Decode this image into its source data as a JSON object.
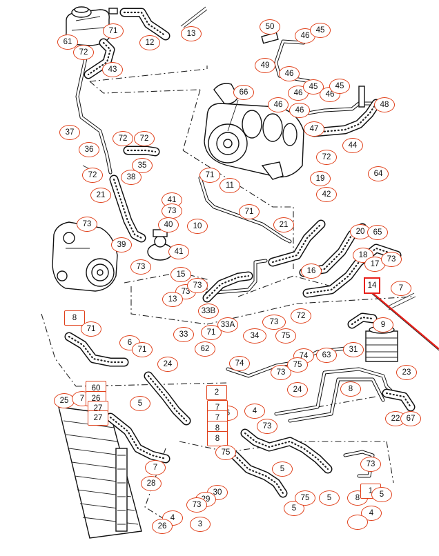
{
  "callouts": [
    {
      "id": "c61",
      "label": "61"
    },
    {
      "id": "c71a",
      "label": "71"
    },
    {
      "id": "c12",
      "label": "12"
    },
    {
      "id": "c13a",
      "label": "13"
    },
    {
      "id": "c72a",
      "label": "72"
    },
    {
      "id": "c43",
      "label": "43"
    },
    {
      "id": "c50",
      "label": "50"
    },
    {
      "id": "c46a",
      "label": "46"
    },
    {
      "id": "c45a",
      "label": "45"
    },
    {
      "id": "c49",
      "label": "49"
    },
    {
      "id": "c46b",
      "label": "46"
    },
    {
      "id": "c46c",
      "label": "46"
    },
    {
      "id": "c45b",
      "label": "45"
    },
    {
      "id": "c46d",
      "label": "46"
    },
    {
      "id": "c45c",
      "label": "45"
    },
    {
      "id": "c66",
      "label": "66"
    },
    {
      "id": "c48",
      "label": "48"
    },
    {
      "id": "c46e",
      "label": "46"
    },
    {
      "id": "c46f",
      "label": "46"
    },
    {
      "id": "c47",
      "label": "47"
    },
    {
      "id": "c44",
      "label": "44"
    },
    {
      "id": "c37",
      "label": "37"
    },
    {
      "id": "c72b",
      "label": "72"
    },
    {
      "id": "c72c",
      "label": "72"
    },
    {
      "id": "c36",
      "label": "36"
    },
    {
      "id": "c35",
      "label": "35"
    },
    {
      "id": "c72d",
      "label": "72"
    },
    {
      "id": "c72e",
      "label": "72"
    },
    {
      "id": "c71b",
      "label": "71"
    },
    {
      "id": "c11",
      "label": "11"
    },
    {
      "id": "c19",
      "label": "19"
    },
    {
      "id": "c64",
      "label": "64"
    },
    {
      "id": "c38",
      "label": "38"
    },
    {
      "id": "c21a",
      "label": "21"
    },
    {
      "id": "c42",
      "label": "42"
    },
    {
      "id": "c41a",
      "label": "41"
    },
    {
      "id": "c73a",
      "label": "73"
    },
    {
      "id": "c40",
      "label": "40"
    },
    {
      "id": "c10",
      "label": "10"
    },
    {
      "id": "c71c",
      "label": "71"
    },
    {
      "id": "c21b",
      "label": "21"
    },
    {
      "id": "c20",
      "label": "20"
    },
    {
      "id": "c65",
      "label": "65"
    },
    {
      "id": "c73b",
      "label": "73"
    },
    {
      "id": "c39",
      "label": "39"
    },
    {
      "id": "c41b",
      "label": "41"
    },
    {
      "id": "c73c",
      "label": "73"
    },
    {
      "id": "c18",
      "label": "18"
    },
    {
      "id": "c17",
      "label": "17"
    },
    {
      "id": "c73d",
      "label": "73"
    },
    {
      "id": "c16",
      "label": "16"
    },
    {
      "id": "c14",
      "label": "14"
    },
    {
      "id": "c15",
      "label": "15"
    },
    {
      "id": "c73e",
      "label": "73"
    },
    {
      "id": "c73f",
      "label": "73"
    },
    {
      "id": "c13b",
      "label": "13"
    },
    {
      "id": "c7a",
      "label": "7"
    },
    {
      "id": "c8a",
      "label": "8"
    },
    {
      "id": "c71d",
      "label": "71"
    },
    {
      "id": "c33b",
      "label": "33B"
    },
    {
      "id": "c73g",
      "label": "73"
    },
    {
      "id": "c72f",
      "label": "72"
    },
    {
      "id": "c9",
      "label": "9"
    },
    {
      "id": "c71e",
      "label": "71"
    },
    {
      "id": "c33a",
      "label": "33A"
    },
    {
      "id": "c34",
      "label": "34"
    },
    {
      "id": "c75a",
      "label": "75"
    },
    {
      "id": "c6a",
      "label": "6"
    },
    {
      "id": "c71f",
      "label": "71"
    },
    {
      "id": "c33",
      "label": "33"
    },
    {
      "id": "c62",
      "label": "62"
    },
    {
      "id": "c74a",
      "label": "74"
    },
    {
      "id": "c63",
      "label": "63"
    },
    {
      "id": "c31",
      "label": "31"
    },
    {
      "id": "c74b",
      "label": "74"
    },
    {
      "id": "c73h",
      "label": "73"
    },
    {
      "id": "c75b",
      "label": "75"
    },
    {
      "id": "c24a",
      "label": "24"
    },
    {
      "id": "c24b",
      "label": "24"
    },
    {
      "id": "c23",
      "label": "23"
    },
    {
      "id": "c8b",
      "label": "8"
    },
    {
      "id": "c60",
      "label": "60"
    },
    {
      "id": "c25",
      "label": "25"
    },
    {
      "id": "c7b",
      "label": "7"
    },
    {
      "id": "c26a",
      "label": "26"
    },
    {
      "id": "c27a",
      "label": "27"
    },
    {
      "id": "c27b",
      "label": "27"
    },
    {
      "id": "c5a",
      "label": "5"
    },
    {
      "id": "c2",
      "label": "2"
    },
    {
      "id": "c6b",
      "label": "6"
    },
    {
      "id": "c7c",
      "label": "7"
    },
    {
      "id": "c7d",
      "label": "7"
    },
    {
      "id": "c4a",
      "label": "4"
    },
    {
      "id": "c8c",
      "label": "8"
    },
    {
      "id": "c8d",
      "label": "8"
    },
    {
      "id": "c73i",
      "label": "73"
    },
    {
      "id": "c22",
      "label": "22"
    },
    {
      "id": "c67",
      "label": "67"
    },
    {
      "id": "c75c",
      "label": "75"
    },
    {
      "id": "c7e",
      "label": "7"
    },
    {
      "id": "c73j",
      "label": "73"
    },
    {
      "id": "c5b",
      "label": "5"
    },
    {
      "id": "c28",
      "label": "28"
    },
    {
      "id": "c30",
      "label": "30"
    },
    {
      "id": "c29",
      "label": "29"
    },
    {
      "id": "c73k",
      "label": "73"
    },
    {
      "id": "c5c",
      "label": "5"
    },
    {
      "id": "c75d",
      "label": "75"
    },
    {
      "id": "c5d",
      "label": "5"
    },
    {
      "id": "c8e",
      "label": "8"
    },
    {
      "id": "c1",
      "label": "1"
    },
    {
      "id": "c5e",
      "label": "5"
    },
    {
      "id": "c4b",
      "label": "4"
    },
    {
      "id": "c26b",
      "label": "26"
    },
    {
      "id": "c3",
      "label": "3"
    },
    {
      "id": "c4c",
      "label": "4"
    }
  ],
  "colors": {
    "callout_border": "#e0401a",
    "highlight": "#e8201a",
    "line": "#111111"
  },
  "highlighted_part": "16"
}
